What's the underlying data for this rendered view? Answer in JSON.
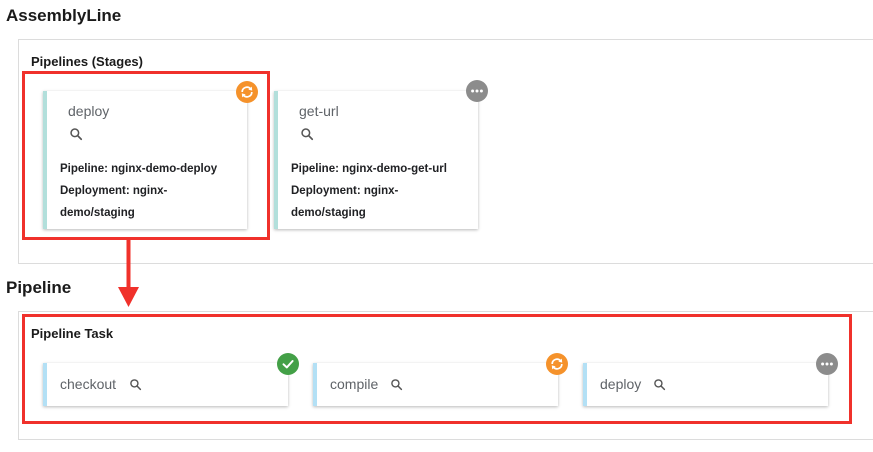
{
  "headings": {
    "assembly_line": "AssemblyLine",
    "pipeline": "Pipeline"
  },
  "stages_panel": {
    "title": "Pipelines (Stages)",
    "stages": [
      {
        "name": "deploy",
        "pipeline_text": "Pipeline: nginx-demo-deploy",
        "deployment_line1": "Deployment: nginx-",
        "deployment_line2": "demo/staging",
        "status_icon": "sync-icon",
        "status_color": "#f5922b"
      },
      {
        "name": "get-url",
        "pipeline_text": "Pipeline: nginx-demo-get-url",
        "deployment_line1": "Deployment: nginx-",
        "deployment_line2": "demo/staging",
        "status_icon": "more-icon",
        "status_color": "#8c8c8c"
      }
    ]
  },
  "tasks_panel": {
    "title": "Pipeline Task",
    "tasks": [
      {
        "name": "checkout",
        "status_icon": "check-icon",
        "status_color": "#43a047"
      },
      {
        "name": "compile",
        "status_icon": "sync-icon",
        "status_color": "#f5922b"
      },
      {
        "name": "deploy",
        "status_icon": "more-icon",
        "status_color": "#8c8c8c"
      }
    ]
  },
  "colors": {
    "annotation": "#f0312b",
    "stage_accent": "#b2dfdb",
    "task_accent": "#b3e0f5"
  }
}
